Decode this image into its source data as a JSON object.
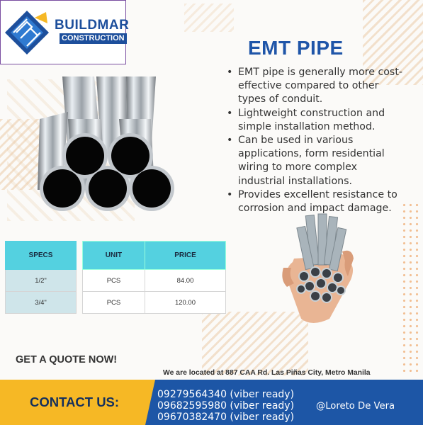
{
  "brand": {
    "name": "BUILDMAR",
    "sub": "CONSTRUCTION"
  },
  "product": {
    "title": "EMT PIPE",
    "bullets": [
      "EMT pipe is generally more cost-effective compared to other types of conduit.",
      "Lightweight construction and simple installation method.",
      "Can be used in various applications, form residential wiring to more complex industrial installations.",
      "Provides excellent resistance to corrosion and impact damage."
    ]
  },
  "specs_table": {
    "header": "SPECS",
    "rows": [
      "1/2\"",
      "3/4\""
    ]
  },
  "price_table": {
    "headers": [
      "UNIT",
      "PRICE"
    ],
    "rows": [
      [
        "PCS",
        "84.00"
      ],
      [
        "PCS",
        "120.00"
      ]
    ]
  },
  "cta": "GET A QUOTE NOW!",
  "location": "We are located at 887 CAA Rd. Las Piñas City, Metro Manila",
  "footer": {
    "contact_label": "CONTACT US:",
    "phones": [
      "09279564340 (viber ready)",
      "09682595980 (viber ready)",
      "09670382470 (viber ready)"
    ],
    "handle": "@Loreto De Vera"
  },
  "icons": [
    "logo-icon",
    "steel-pipes-image",
    "hand-holding-pipes-image"
  ],
  "colors": {
    "brand_blue": "#1d4f9c",
    "title_blue": "#1f55a8",
    "table_header": "#54d1e0",
    "footer_yellow": "#f6b825",
    "footer_blue": "#1d56a6"
  }
}
